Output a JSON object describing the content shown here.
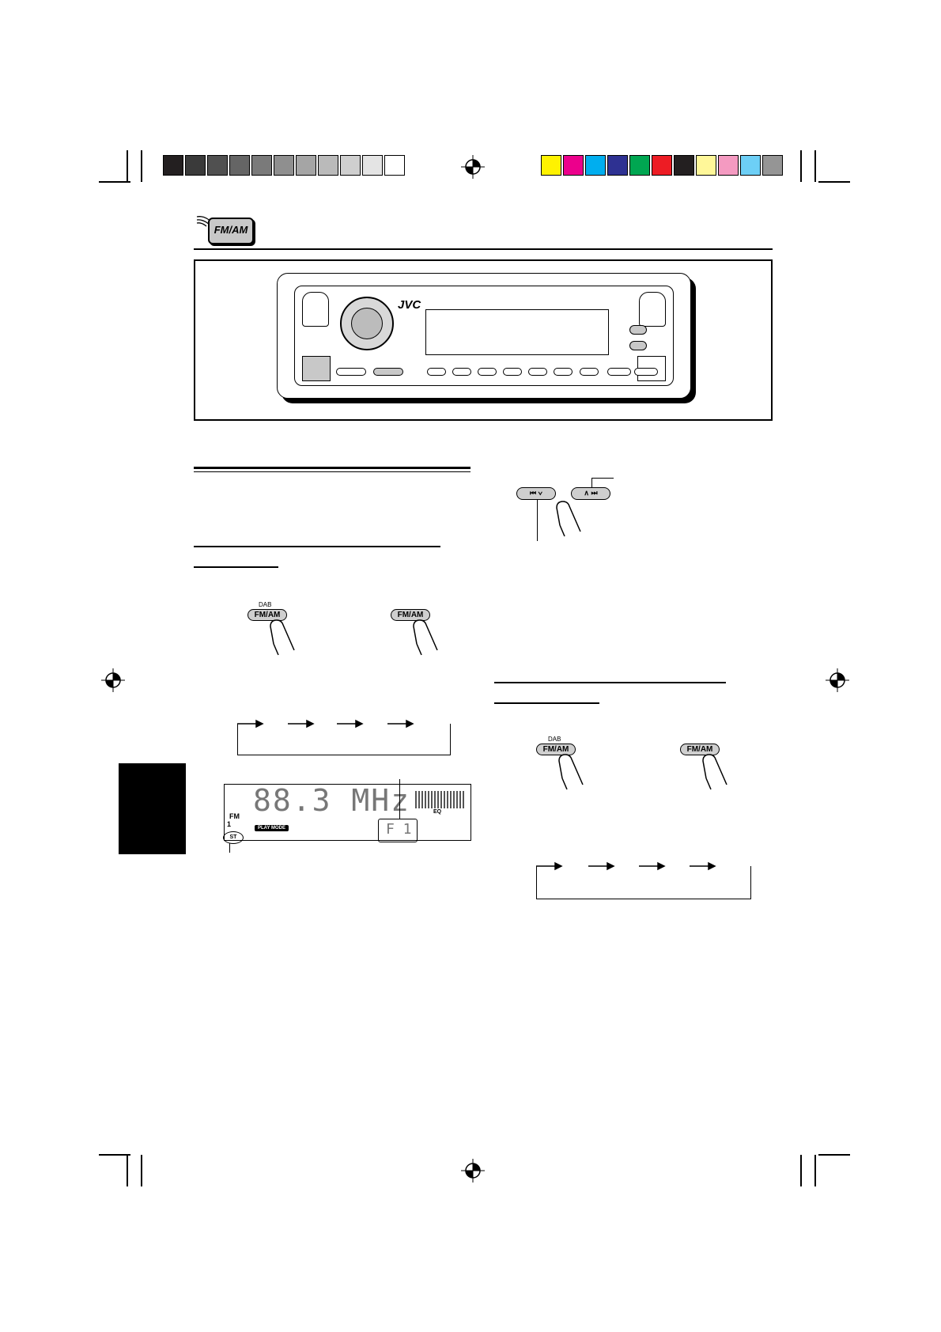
{
  "color_bar_left": [
    "#231f20",
    "#3a3a3a",
    "#505050",
    "#656565",
    "#7a7a7a",
    "#8f8f8f",
    "#a5a5a5",
    "#bababa",
    "#cfcfcf",
    "#e4e4e4",
    "#ffffff"
  ],
  "color_bar_right": [
    "#fff200",
    "#ec008c",
    "#00aeef",
    "#2e3192",
    "#00a651",
    "#ed1c24",
    "#231f20",
    "#fff799",
    "#f49ac1",
    "#6dcff6",
    "#959595"
  ],
  "header_icon": {
    "label": "FM/AM"
  },
  "radio": {
    "brand": "JVC"
  },
  "left_section": {
    "button_top_label": "DAB",
    "button1_label": "FM/AM",
    "button2_label": "FM/AM"
  },
  "lcd": {
    "frequency": "88.3 MHz",
    "band": "FM",
    "band_number": "1",
    "play_mode": "PLAY MODE",
    "eq_label": "EQ",
    "preset": "F 1",
    "stereo": "ST"
  },
  "seek_buttons": {
    "down_label": "⏮ ∨",
    "up_label": "∧ ⏭"
  },
  "right_section": {
    "button_top_label": "DAB",
    "button1_label": "FM/AM",
    "button2_label": "FM/AM"
  },
  "colors": {
    "accent_gray": "#cfcfcf",
    "side_tab": "#000000"
  }
}
